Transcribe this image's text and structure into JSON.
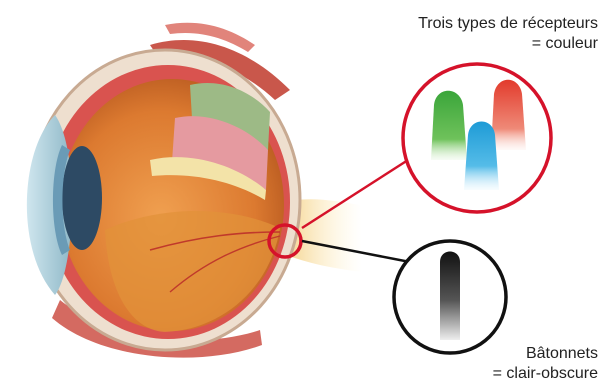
{
  "labels": {
    "cones_line1": "Trois types de récepteurs",
    "cones_line2": "= couleur",
    "rods_line1": "Bâtonnets",
    "rods_line2": "= clair-obscure"
  },
  "colors": {
    "callout_red": "#d5122a",
    "callout_black": "#111111",
    "cone_green": "#3aa53a",
    "cone_blue": "#1e9bd6",
    "cone_red": "#e23b2c",
    "rod": "#111111"
  }
}
